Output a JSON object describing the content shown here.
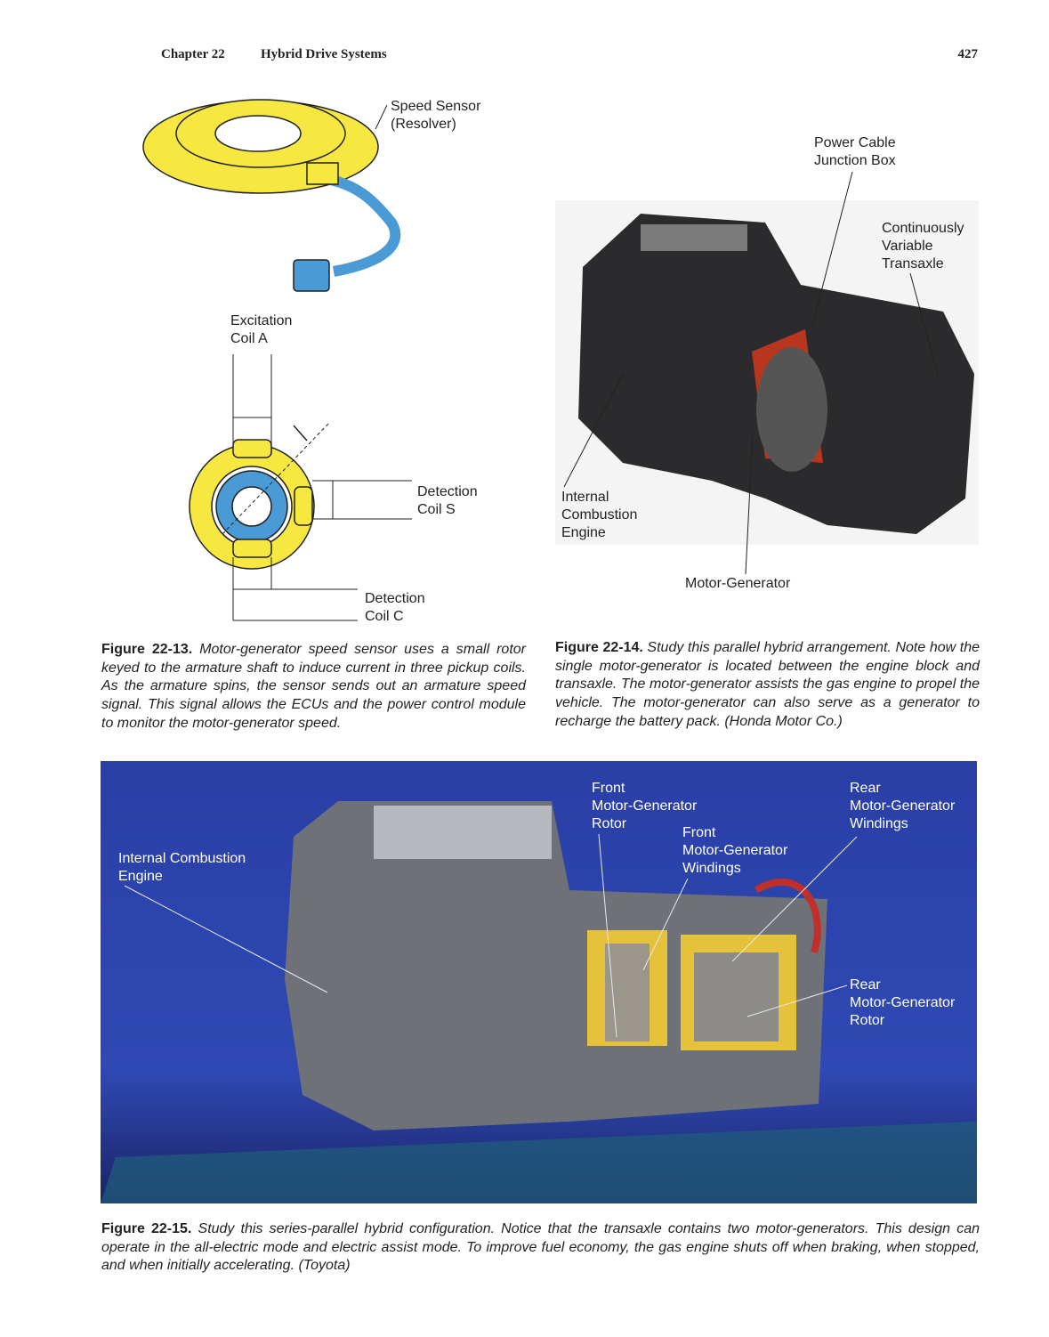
{
  "header": {
    "chapter": "Chapter 22",
    "title": "Hybrid Drive Systems",
    "page_number": "427"
  },
  "figure_13": {
    "labels": {
      "speed_sensor": "Speed Sensor\n(Resolver)",
      "excitation_coil": "Excitation\nCoil A",
      "detection_coil_s": "Detection\nCoil S",
      "detection_coil_c": "Detection\nCoil C"
    },
    "caption_number": "Figure 22-13.",
    "caption_text": "Motor-generator speed sensor uses a small rotor keyed to the armature shaft to induce current in three pickup coils. As the armature spins, the sensor sends out an armature speed signal. This signal allows the ECUs and the power control module to monitor the motor-generator speed."
  },
  "figure_14": {
    "labels": {
      "junction_box": "Power Cable\nJunction Box",
      "cvt": "Continuously\nVariable\nTransaxle",
      "engine": "Internal\nCombustion\nEngine",
      "motor_generator": "Motor-Generator"
    },
    "caption_number": "Figure 22-14.",
    "caption_text": "Study this parallel hybrid arrangement. Note how the single motor-generator is located between the engine block and transaxle. The motor-generator assists the gas engine to propel the vehicle. The motor-generator can also serve as a generator to recharge the battery pack. (Honda Motor Co.)"
  },
  "figure_15": {
    "labels": {
      "engine": "Internal Combustion\nEngine",
      "front_rotor": "Front\nMotor-Generator\nRotor",
      "front_windings": "Front\nMotor-Generator\nWindings",
      "rear_windings": "Rear\nMotor-Generator\nWindings",
      "rear_rotor": "Rear\nMotor-Generator\nRotor"
    },
    "caption_number": "Figure 22-15.",
    "caption_text": "Study this series-parallel hybrid configuration. Notice that the transaxle contains two motor-generators. This design can operate in the all-electric mode and electric assist mode. To improve fuel economy, the gas engine shuts off when braking, when stopped, and when initially accelerating. (Toyota)"
  },
  "colors": {
    "sensor_yellow": "#f7e741",
    "cable_blue": "#4a9ad6",
    "photo_blue": "#2a3fa6"
  }
}
